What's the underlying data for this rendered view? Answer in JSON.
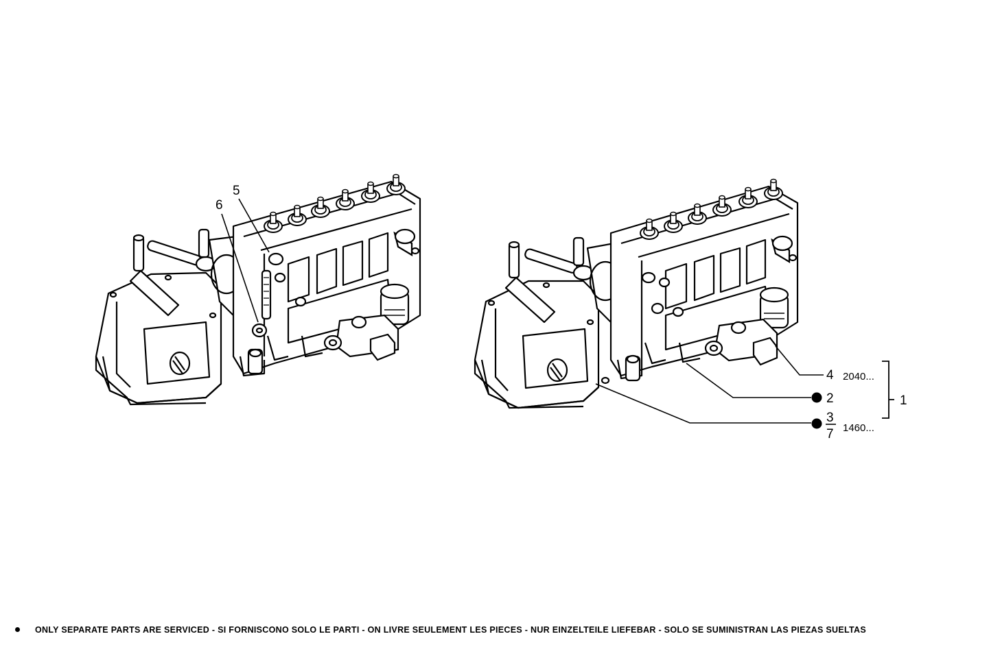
{
  "callouts": {
    "left_pump": {
      "part_5": "5",
      "part_6": "6"
    },
    "right_pump": {
      "part_4": "4",
      "part_4_serial": "2040...",
      "part_2": "2",
      "part_3": "3",
      "part_7": "7",
      "part_3_7_serial": "1460...",
      "assembly_1": "1"
    }
  },
  "footer": {
    "note": "ONLY SEPARATE PARTS ARE SERVICED - SI FORNISCONO SOLO LE PARTI - ON LIVRE SEULEMENT LES PIECES - NUR EINZELTEILE LIEFEBAR - SOLO SE SUMINISTRAN LAS PIEZAS SUELTAS"
  },
  "icons": {
    "separately_serviced_marker": "filled-circle"
  }
}
